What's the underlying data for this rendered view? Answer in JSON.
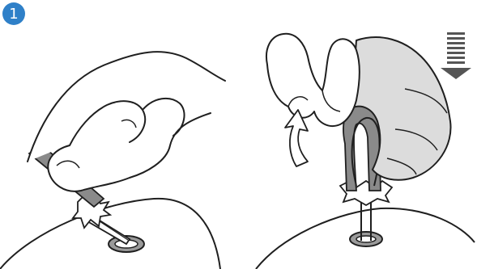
{
  "step": {
    "number": "1",
    "badge_color": "#2f80c8"
  },
  "colors": {
    "outline": "#1f1f1f",
    "hand_fill": "#ffffff",
    "glove_fill": "#dcdcdc",
    "tool_fill": "#8a8a8a",
    "hole_fill": "#9a9a9a",
    "arrow_fill": "#ffffff",
    "press_arrow": "#555555"
  },
  "panels": [
    {
      "name": "left-illustration",
      "icon": "hand-inserting-plug"
    },
    {
      "name": "right-illustration",
      "icon": "hand-pulling-tool"
    }
  ],
  "icons": {
    "rotate_arrow": "curved-up-arrow-icon",
    "press_arrow": "downward-press-arrow-icon"
  }
}
